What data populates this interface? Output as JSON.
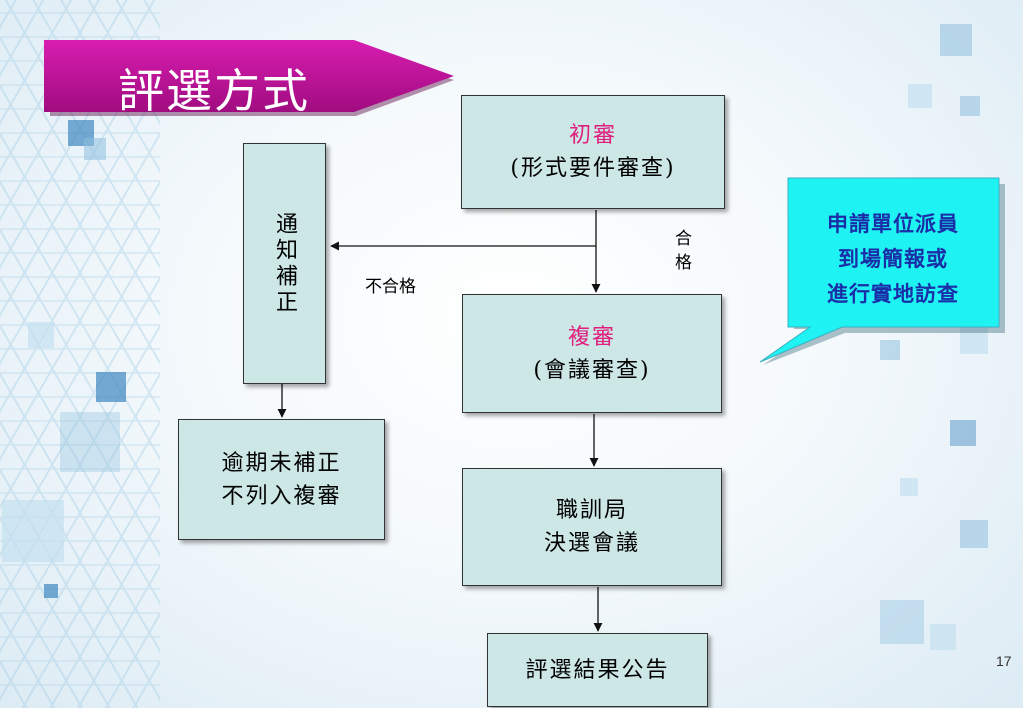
{
  "title": "評選方式",
  "boxes": {
    "initial_review_title": "初審",
    "initial_review_sub": "(形式要件審查)",
    "notify_correction": "通知補正",
    "second_review_title": "複審",
    "second_review_sub": "(會議審查)",
    "overdue_line1": "逾期未補正",
    "overdue_line2": "不列入複審",
    "final_line1": "職訓局",
    "final_line2": "決選會議",
    "announce": "評選結果公告"
  },
  "labels": {
    "pass_char1": "合",
    "pass_char2": "格",
    "fail": "不合格"
  },
  "callout": {
    "line1": "申請單位派員",
    "line2": "到場簡報或",
    "line3": "進行實地訪查"
  },
  "page_number": "17",
  "colors": {
    "banner": "#c0139a",
    "box_fill": "#cde6e6",
    "highlight": "#e0207e",
    "callout_fill": "#1ef2f2",
    "callout_text": "#1a2ea8"
  }
}
